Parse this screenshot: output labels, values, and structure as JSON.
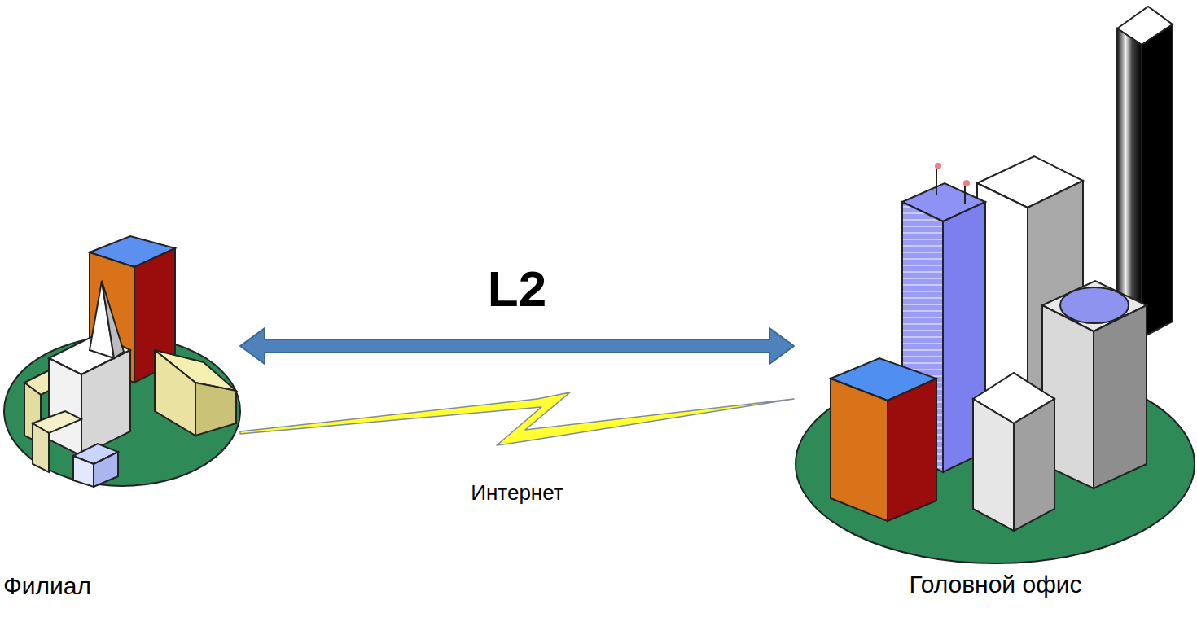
{
  "diagram": {
    "nodes": [
      {
        "text": [
          "Филиал"
        ]
      },
      {
        "text": [
          "Головной офис"
        ]
      }
    ],
    "edges": [
      {
        "from": 0,
        "to": 1,
        "arrow": "both",
        "label": "L2"
      },
      {
        "from": 0,
        "to": 1,
        "arrow": "none",
        "label": "Интернет"
      }
    ]
  }
}
